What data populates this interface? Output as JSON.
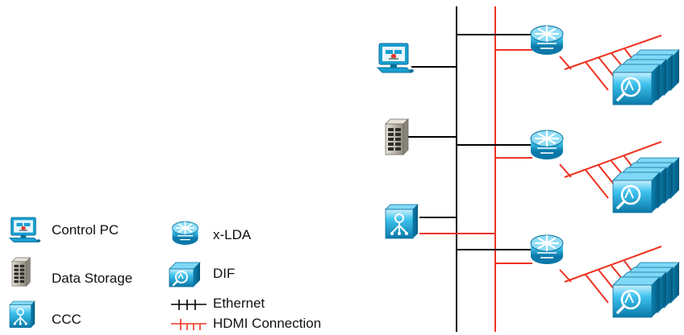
{
  "legend": {
    "items": [
      {
        "key": "control_pc",
        "label": "Control PC",
        "icon": "control-pc-icon"
      },
      {
        "key": "data_storage",
        "label": "Data Storage",
        "icon": "data-storage-icon"
      },
      {
        "key": "ccc",
        "label": "CCC",
        "icon": "ccc-icon"
      },
      {
        "key": "xlda",
        "label": "x-LDA",
        "icon": "xlda-icon"
      },
      {
        "key": "dif",
        "label": "DIF",
        "icon": "dif-icon"
      },
      {
        "key": "ethernet",
        "label": "Ethernet",
        "icon": "ethernet-line-icon"
      },
      {
        "key": "hdmi",
        "label": "HDMI Connection",
        "icon": "hdmi-line-icon"
      }
    ]
  },
  "colors": {
    "ethernet": "#000000",
    "hdmi": "#ee3322",
    "device_blue": "#1aa7d6",
    "device_blue_dark": "#0a6f99",
    "device_blue_light": "#a6e6fb",
    "storage_gray": "#8f8a80",
    "storage_gray_light": "#d6d1c7"
  }
}
